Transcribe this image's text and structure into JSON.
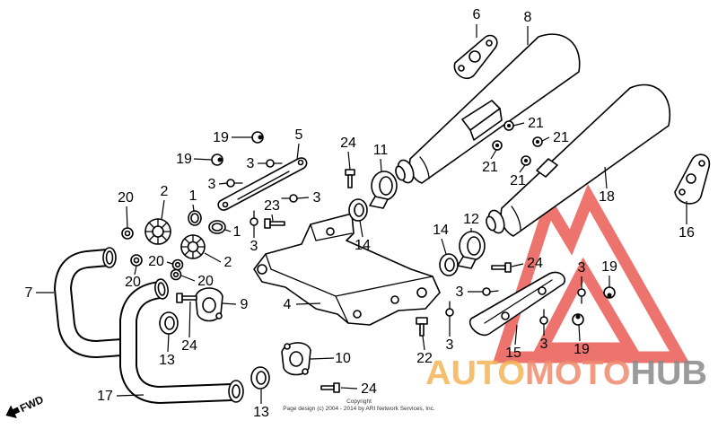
{
  "page": {
    "background": "#ffffff",
    "line_color": "#000000"
  },
  "diagram": {
    "callouts": [
      "6",
      "8",
      "21",
      "21",
      "21",
      "21",
      "19",
      "5",
      "24",
      "11",
      "19",
      "3",
      "3",
      "20",
      "2",
      "1",
      "23",
      "3",
      "18",
      "1",
      "3",
      "14",
      "14",
      "12",
      "16",
      "20",
      "2",
      "24",
      "3",
      "19",
      "20",
      "20",
      "7",
      "3",
      "9",
      "4",
      "3",
      "22",
      "24",
      "13",
      "15",
      "3",
      "19",
      "10",
      "17",
      "24",
      "13"
    ],
    "direction_label": "FWD",
    "direction_icon": "fwd-arrow-icon",
    "copyright_lines": [
      "Copyright",
      "Page design (c) 2004 - 2014 by ARI Network Services, Inc."
    ]
  },
  "watermark": {
    "logo_words": [
      "AUTO",
      "MOTO",
      "HUB"
    ],
    "logo_icon": "double-peak-triangle-icon",
    "colors": {
      "triangle": "#e8463e",
      "auto": "#f4b457",
      "moto": "#ef8a6e",
      "hub": "#8a8a8a"
    }
  }
}
